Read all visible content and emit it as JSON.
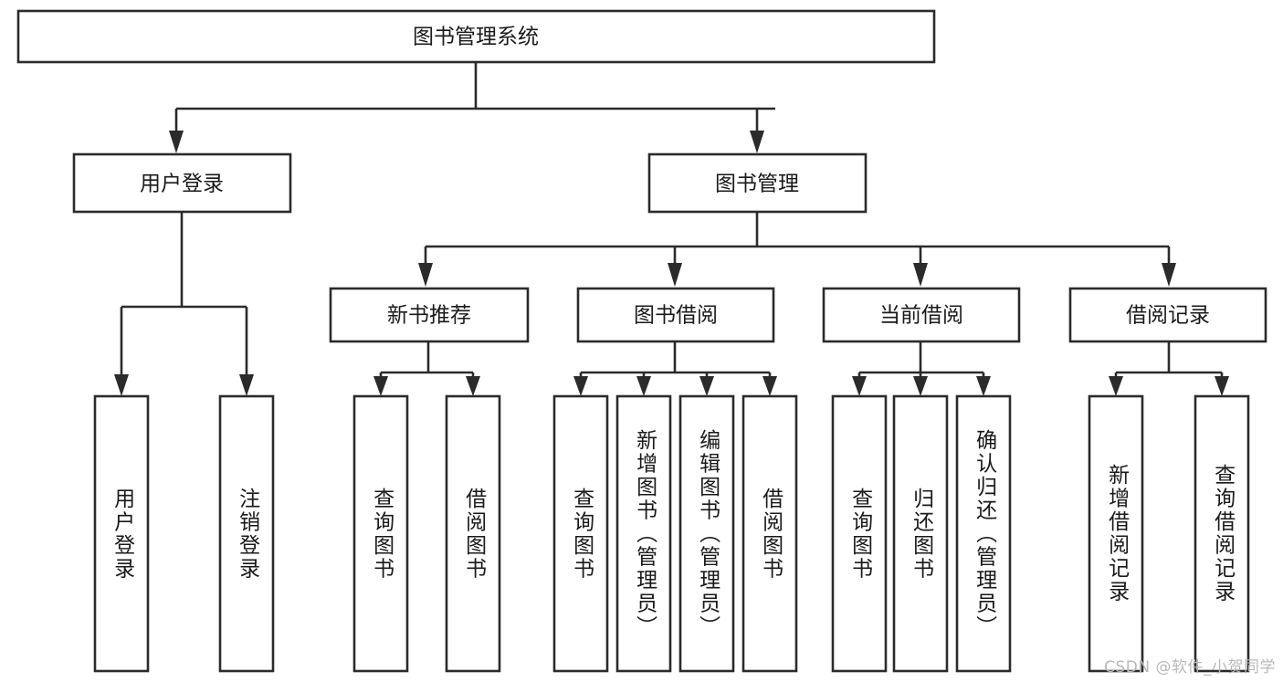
{
  "diagram": {
    "type": "tree-hierarchy-chart",
    "title": "图书管理系统",
    "colors": {
      "stroke": "#2b2b2b",
      "fill": "#ffffff",
      "text": "#1a1a1a",
      "background": "#ffffff",
      "watermark": "#b9b9b9"
    },
    "root": {
      "label": "图书管理系统"
    },
    "level2": [
      {
        "label": "用户登录"
      },
      {
        "label": "图书管理"
      }
    ],
    "level3": [
      {
        "label": "新书推荐"
      },
      {
        "label": "图书借阅"
      },
      {
        "label": "当前借阅"
      },
      {
        "label": "借阅记录"
      }
    ],
    "leaves": {
      "user_login": [
        {
          "label": "用户登录"
        },
        {
          "label": "注销登录"
        }
      ],
      "new_book_recommend": [
        {
          "label": "查询图书"
        },
        {
          "label": "借阅图书"
        }
      ],
      "book_borrow": [
        {
          "label": "查询图书"
        },
        {
          "label": "新增图书（管理员）"
        },
        {
          "label": "编辑图书（管理员）"
        },
        {
          "label": "借阅图书"
        }
      ],
      "current_borrow": [
        {
          "label": "查询图书"
        },
        {
          "label": "归还图书"
        },
        {
          "label": "确认归还（管理员）"
        }
      ],
      "borrow_record": [
        {
          "label": "新增借阅记录"
        },
        {
          "label": "查询借阅记录"
        }
      ]
    }
  },
  "watermark": {
    "text": "CSDN @软件_小贺同学"
  }
}
